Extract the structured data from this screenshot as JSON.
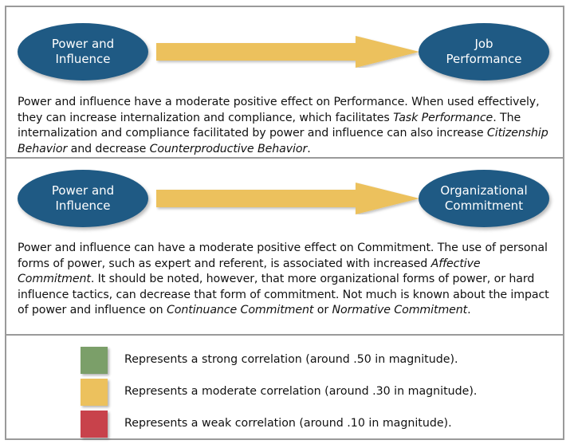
{
  "panels": [
    {
      "source_label": [
        "Power and",
        "Influence"
      ],
      "target_label": [
        "Job",
        "Performance"
      ],
      "description": [
        {
          "t": "Power and influence have a moderate positive effect on Performance. When used effectively, they can increase internalization and compliance, which facilitates "
        },
        {
          "t": "Task Performance",
          "i": true
        },
        {
          "t": ". The internalization and compliance facilitated by power and influence can also increase "
        },
        {
          "t": "Citizenship Behavior",
          "i": true
        },
        {
          "t": " and decrease "
        },
        {
          "t": "Counterproductive Behavior",
          "i": true
        },
        {
          "t": "."
        }
      ]
    },
    {
      "source_label": [
        "Power and",
        "Influence"
      ],
      "target_label": [
        "Organizational",
        "Commitment"
      ],
      "description": [
        {
          "t": "Power and influence can have a moderate positive effect on Commitment. The use of personal forms of power, such as expert and referent, is associated with increased "
        },
        {
          "t": "Affective Commitment",
          "i": true
        },
        {
          "t": ". It should be noted, however, that more organizational forms of power, or hard influence tactics, can decrease that form of commitment. Not much is known about the impact of power and influence on "
        },
        {
          "t": "Continuance Commitment",
          "i": true
        },
        {
          "t": " or "
        },
        {
          "t": "Normative Commitment",
          "i": true
        },
        {
          "t": "."
        }
      ]
    }
  ],
  "legend": [
    {
      "color": "#7b9f69",
      "label": "Represents a strong correlation (around .50 in magnitude)."
    },
    {
      "color": "#ecc15d",
      "label": "Represents a moderate correlation (around .30 in magnitude)."
    },
    {
      "color": "#c8424b",
      "label": "Represents a weak correlation (around .10 in magnitude)."
    }
  ],
  "colors": {
    "oval": "#1f5a84",
    "arrow": "#ecc15d",
    "border": "#9a9a9a"
  },
  "arrow_strength": "moderate"
}
